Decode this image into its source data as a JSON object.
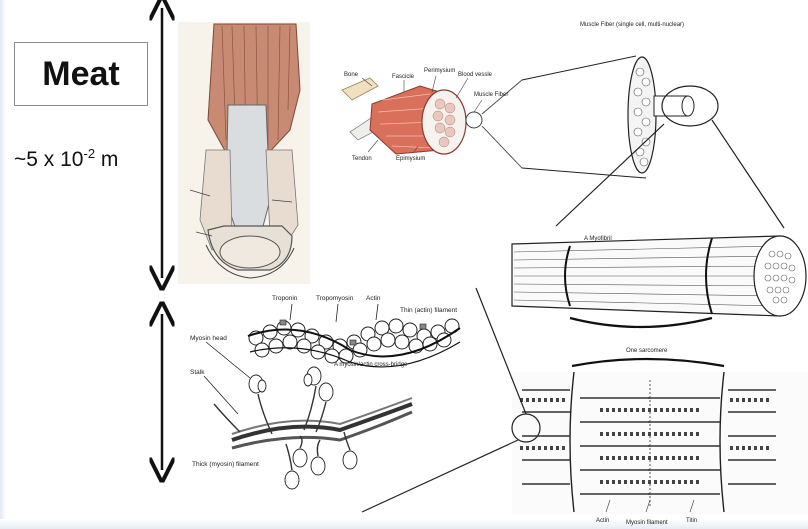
{
  "title": "Meat",
  "scale": {
    "prefix": "~5 x 10",
    "exponent": "-2",
    "unit": " m"
  },
  "fiber_panel": {
    "labels": {
      "bone": "Bone",
      "fascicle": "Fascicle",
      "perimysium": "Perimysium",
      "blood_vessel": "Blood vessle",
      "muscle_fiber": "Muscle Fiber",
      "tendon": "Tendon",
      "epimysium": "Epimysium"
    }
  },
  "single_fiber": {
    "label": "Muscle Fiber (single cell, multi-nuclear)"
  },
  "myofibril": {
    "label": "A Myofibril"
  },
  "sarcomere": {
    "label": "One sarcomere",
    "bottom_labels": {
      "actin": "Actin",
      "myosin": "Myosin filament",
      "titin": "Titin"
    }
  },
  "filaments": {
    "labels": {
      "troponin": "Troponin",
      "tropomyosin": "Tropomyosin",
      "actin": "Actin",
      "thin": "Thin (actin) filament",
      "myosin_head": "Myosin head",
      "stalk": "Stalk",
      "crossbridge": "A myosin/actin cross-bridge",
      "thick": "Thick (myosin) filament"
    }
  },
  "colors": {
    "muscle": "#c98a74",
    "tendon": "#d9dde0",
    "line": "#222222"
  }
}
